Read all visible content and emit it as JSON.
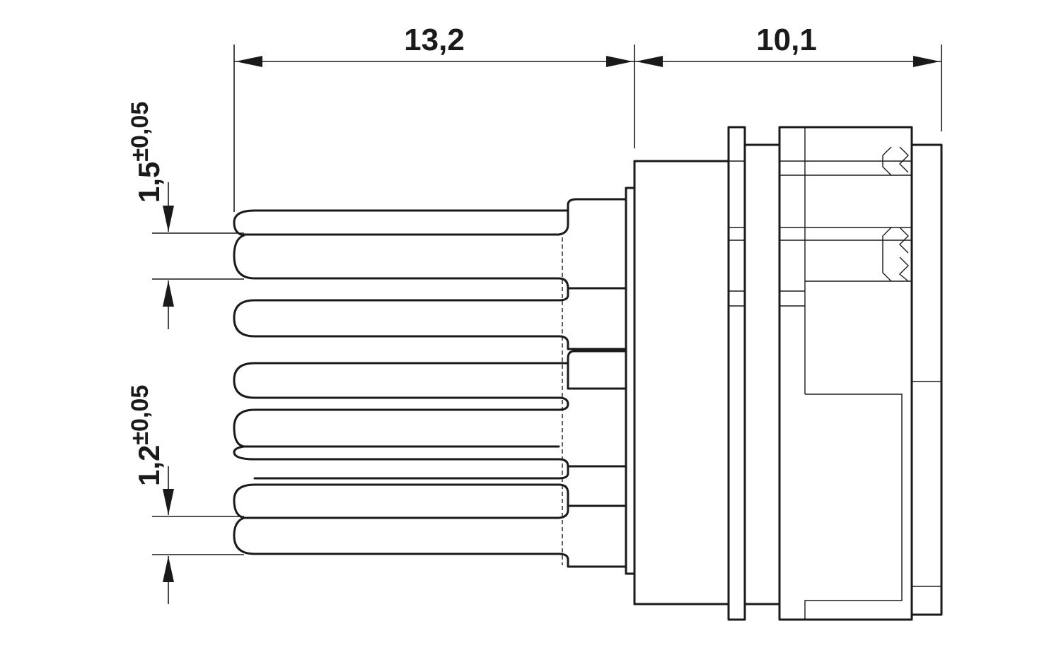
{
  "dimensions": {
    "pin_length": "13,2",
    "housing_length": "10,1",
    "pitch_top": {
      "value": "1,5",
      "tolerance": "±0,05"
    },
    "pitch_bottom": {
      "value": "1,2",
      "tolerance": "±0,05"
    }
  }
}
